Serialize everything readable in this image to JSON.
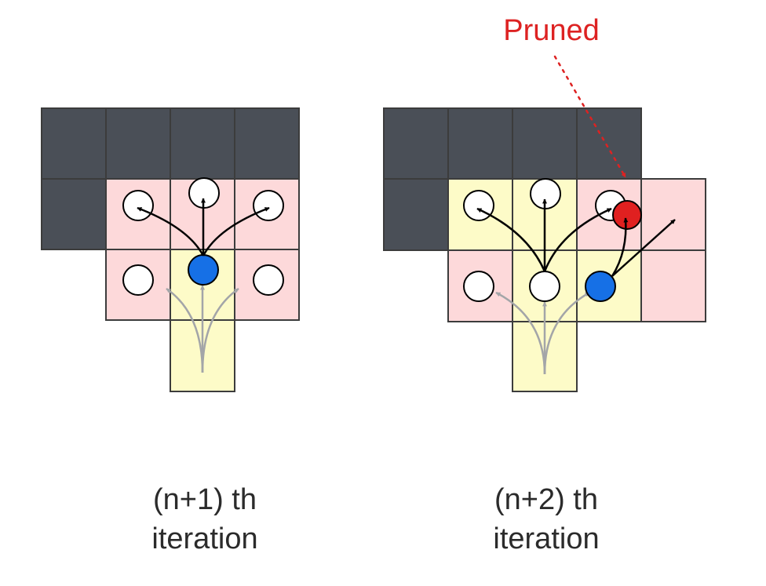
{
  "annotation": {
    "label": "Pruned"
  },
  "left_panel": {
    "caption_line1": "(n+1) th",
    "caption_line2": "iteration"
  },
  "right_panel": {
    "caption_line1": "(n+2) th",
    "caption_line2": "iteration"
  },
  "colors": {
    "obstacle": "#4a4f57",
    "candidate_cell": "#fdd9da",
    "path_cell": "#fdfbc8",
    "current_node": "#1670e6",
    "pruned_node": "#e02020",
    "grid_line": "#3c3c3c",
    "active_arrow": "#000000",
    "previous_arrow": "#a3a5a8",
    "pruned_arrow": "#dd2222"
  }
}
